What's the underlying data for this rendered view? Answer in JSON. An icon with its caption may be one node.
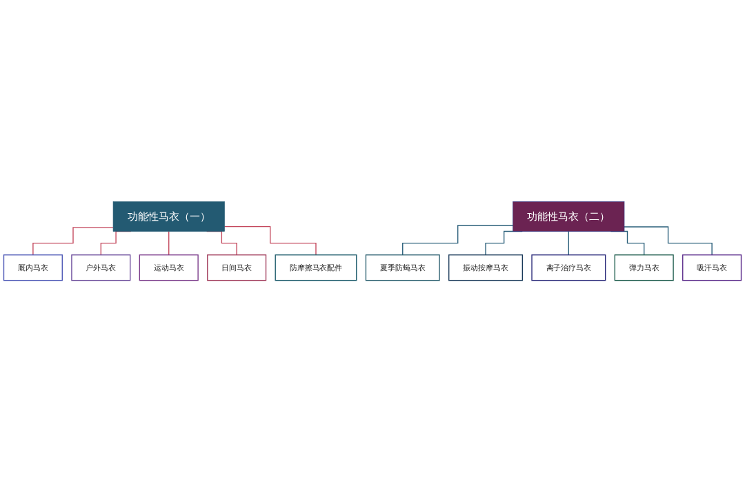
{
  "diagram": {
    "nodes": [
      {
        "text": [
          "功能性马衣（一）"
        ]
      },
      {
        "text": [
          "厩内马衣"
        ]
      },
      {
        "text": [
          "户外马衣"
        ]
      },
      {
        "text": [
          "运动马衣"
        ]
      },
      {
        "text": [
          "日间马衣"
        ]
      },
      {
        "text": [
          "防摩擦马衣配件"
        ]
      },
      {
        "text": [
          "功能性马衣（二）"
        ]
      },
      {
        "text": [
          "夏季防蝇马衣"
        ]
      },
      {
        "text": [
          "振动按摩马衣"
        ]
      },
      {
        "text": [
          "离子治疗马衣"
        ]
      },
      {
        "text": [
          "弹力马衣"
        ]
      },
      {
        "text": [
          "吸汗马衣"
        ]
      }
    ],
    "edges": [
      {
        "from": 0,
        "to": 1,
        "arrow": "none",
        "color": "#c4475c"
      },
      {
        "from": 0,
        "to": 2,
        "arrow": "none",
        "color": "#c4475c"
      },
      {
        "from": 0,
        "to": 3,
        "arrow": "none",
        "color": "#c4475c"
      },
      {
        "from": 0,
        "to": 4,
        "arrow": "none",
        "color": "#c4475c"
      },
      {
        "from": 0,
        "to": 5,
        "arrow": "none",
        "color": "#c4475c"
      },
      {
        "from": 6,
        "to": 7,
        "arrow": "none",
        "color": "#2a5f7a"
      },
      {
        "from": 6,
        "to": 8,
        "arrow": "none",
        "color": "#2a5f7a"
      },
      {
        "from": 6,
        "to": 9,
        "arrow": "none",
        "color": "#2a5f7a"
      },
      {
        "from": 6,
        "to": 10,
        "arrow": "none",
        "color": "#2a5f7a"
      },
      {
        "from": 6,
        "to": 11,
        "arrow": "none",
        "color": "#2a5f7a"
      }
    ]
  }
}
